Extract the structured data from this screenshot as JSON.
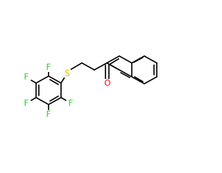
{
  "atoms": [
    {
      "label": "F",
      "color": "#33cc33"
    },
    {
      "label": "F",
      "color": "#33cc33"
    },
    {
      "label": "F",
      "color": "#33cc33"
    },
    {
      "label": "F",
      "color": "#33cc33"
    },
    {
      "label": "F",
      "color": "#33cc33"
    },
    {
      "label": "S",
      "color": "#cccc00"
    },
    {
      "label": "O",
      "color": "#ff0d0d"
    }
  ],
  "bond_color": "#000000"
}
